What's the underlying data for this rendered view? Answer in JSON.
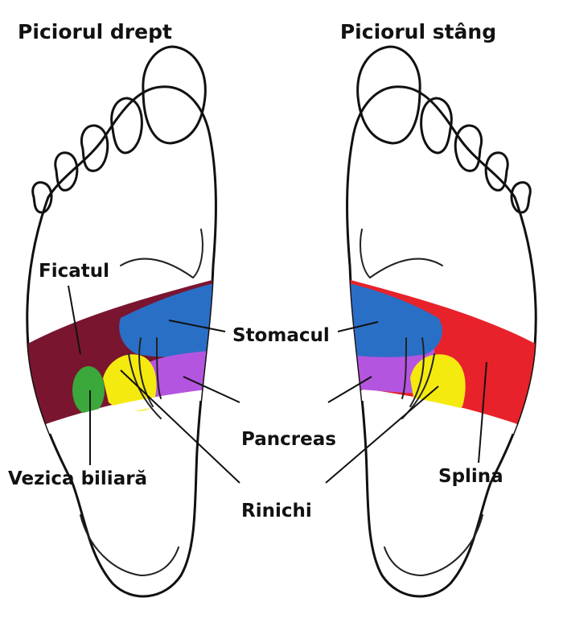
{
  "titles": {
    "right_foot": "Piciorul drept",
    "left_foot": "Piciorul stâng"
  },
  "labels": {
    "liver": "Ficatul",
    "stomach": "Stomacul",
    "pancreas": "Pancreas",
    "gallbladder": "Vezica biliară",
    "kidneys": "Rinichi",
    "spleen": "Splina"
  },
  "colors": {
    "liver": "#7a1530",
    "stomach": "#2a6fc6",
    "pancreas": "#b455e0",
    "gallbladder": "#3aa83a",
    "kidneys": "#f5ea10",
    "spleen": "#e8222a"
  }
}
